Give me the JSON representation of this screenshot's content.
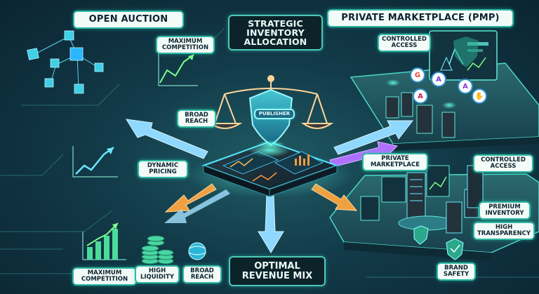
{
  "labels": {
    "open_auction": "OPEN AUCTION",
    "strategic": "STRATEGIC INVENTORY ALLOCATION",
    "pmp": "PRIVATE MARKETPLACE (PMP)",
    "max_competition_top": "MAXIMUM COMPETITION",
    "broad_reach_mid": "BROAD REACH",
    "dynamic_pricing": "DYNAMIC PRICING",
    "publisher": "PUBLISHER",
    "controlled_access_top": "CONTROLLED ACCESS",
    "private_marketplace": "PRIVATE MARKETPLACE",
    "controlled_access_right": "CONTROLLED ACCESS",
    "premium_inventory": "PREMIUM INVENTORY",
    "high_transparency": "HIGH TRANSPARENCY",
    "brand_safety": "BRAND SAFETY",
    "max_competition_bottom": "MAXIMUM COMPETITION",
    "high_liquidity": "HIGH LIQUIDITY",
    "broad_reach_bottom": "BROAD REACH",
    "optimal_revenue": "OPTIMAL REVENUE MIX"
  },
  "colors": {
    "accent": "#2fb7a2",
    "arrow_blue": "#8fd8ff",
    "arrow_orange": "#f0a040",
    "arrow_purple": "#b070ff",
    "glow": "#44f0d8"
  }
}
